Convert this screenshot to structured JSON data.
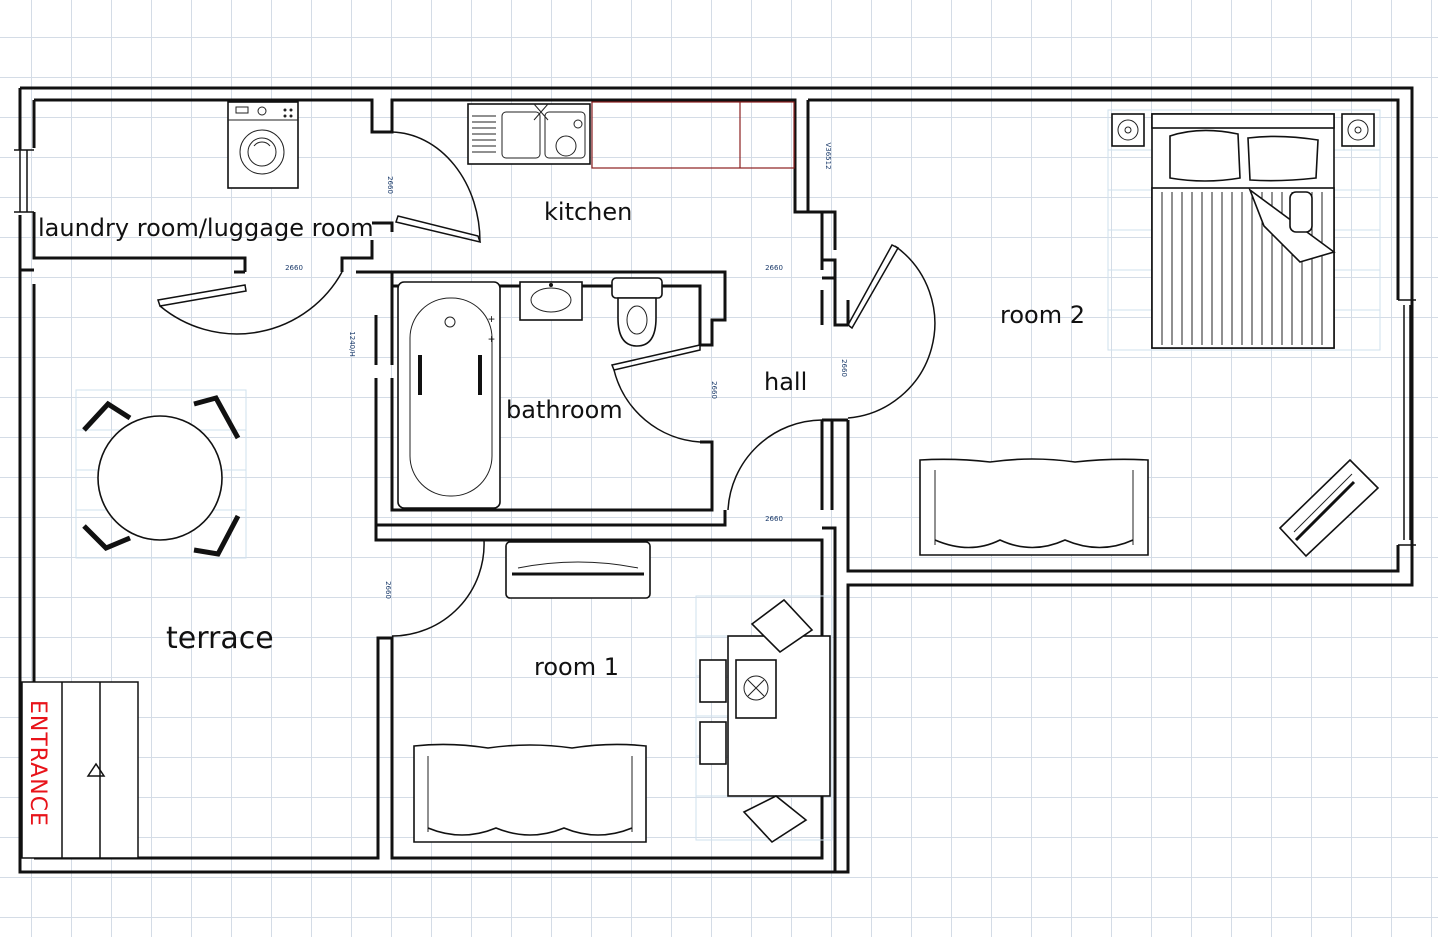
{
  "rooms": {
    "laundry": "laundry room/luggage room",
    "kitchen": "kitchen",
    "room2": "room 2",
    "hall": "hall",
    "bathroom": "bathroom",
    "terrace": "terrace",
    "room1": "room 1"
  },
  "entrance": "ENTRANCE",
  "dimensions": {
    "laundry_door": "2660",
    "laundry_wall": "2660",
    "terrace_door": "1240/H",
    "hall_top": "2660",
    "bathroom_door": "2660",
    "room2_door": "2660",
    "hall_bottom": "2660",
    "room1_door": "2660",
    "kitchen_side": "V36512"
  },
  "colors": {
    "wall": "#111111",
    "grid": "#d4dce6",
    "entrance": "#e8131a",
    "dimension_text": "#1a3a6a"
  }
}
